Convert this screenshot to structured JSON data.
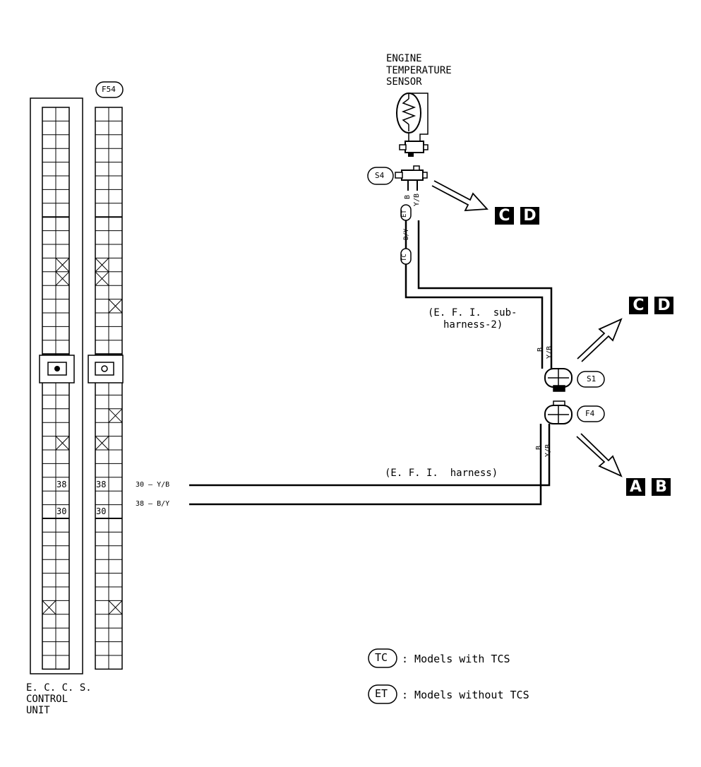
{
  "sensor": {
    "line1": "ENGINE",
    "line2": "TEMPERATURE",
    "line3": "SENSOR"
  },
  "ecu": {
    "line1": "E. C. C. S.",
    "line2": "CONTROL",
    "line3": "UNIT"
  },
  "connectors": {
    "f54": "F54",
    "s4": "S4",
    "s1": "S1",
    "f4": "F4"
  },
  "pins": {
    "p38": "38",
    "p30": "30"
  },
  "wires": {
    "w30": "30 — Y/B",
    "w38": "38 — B/Y",
    "b": "B",
    "yb": "Y/B",
    "by": "B/Y",
    "tc": "TC",
    "et": "ET"
  },
  "harness": {
    "sub1": "(E. F. I.  sub-",
    "sub2": "harness-2)",
    "main": "(E. F. I.  harness)"
  },
  "refs": {
    "c": "C",
    "d": "D",
    "a": "A",
    "b": "B"
  },
  "legend": {
    "tc_tag": "TC",
    "tc_text": ": Models with TCS",
    "et_tag": "ET",
    "et_text": ": Models without TCS"
  }
}
